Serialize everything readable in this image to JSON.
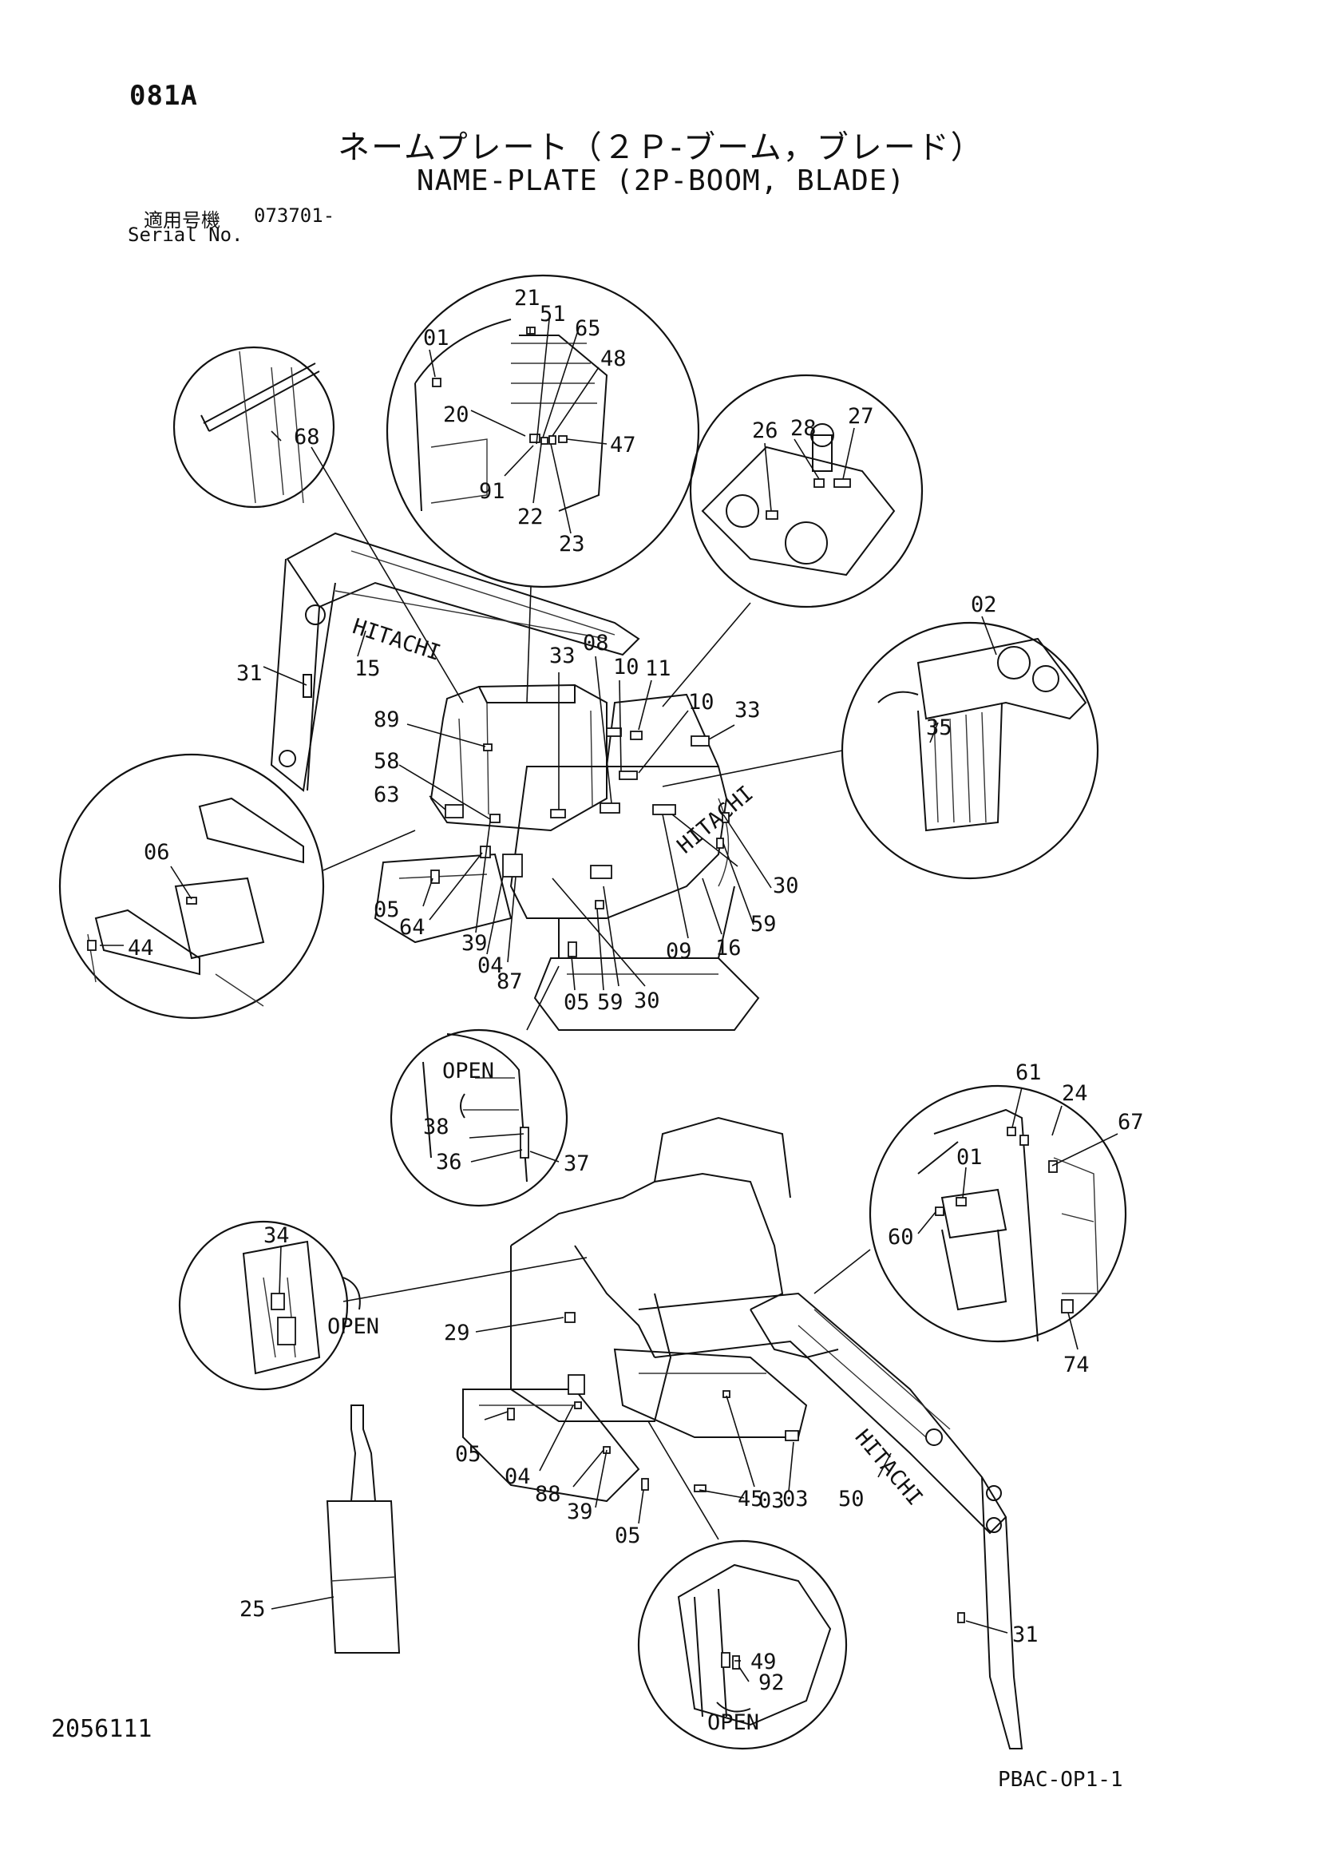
{
  "header": {
    "page_id": "081A",
    "title_jp": "ネームプレート（２Ｐ-ブーム，ブレード）",
    "title_en": "NAME-PLATE (2P-BOOM, BLADE)",
    "serial_label_jp": "適用号機",
    "serial_value": "073701-",
    "serial_label_en": "Serial No."
  },
  "callouts": {
    "c01a": "01",
    "c01b": "01",
    "c02": "02",
    "c03a": "03",
    "c03b": "03",
    "c04a": "04",
    "c04b": "04",
    "c05a": "05",
    "c05b": "05",
    "c05c": "05",
    "c05d": "05",
    "c06": "06",
    "c08": "08",
    "c09": "09",
    "c10a": "10",
    "c10b": "10",
    "c11": "11",
    "c15": "15",
    "c16": "16",
    "c20": "20",
    "c21": "21",
    "c22": "22",
    "c23": "23",
    "c24": "24",
    "c25": "25",
    "c26": "26",
    "c27": "27",
    "c28": "28",
    "c29": "29",
    "c30a": "30",
    "c30b": "30",
    "c31a": "31",
    "c31b": "31",
    "c33a": "33",
    "c33b": "33",
    "c34": "34",
    "c35": "35",
    "c36": "36",
    "c37": "37",
    "c38": "38",
    "c39a": "39",
    "c39b": "39",
    "c44": "44",
    "c45": "45",
    "c47": "47",
    "c48": "48",
    "c49": "49",
    "c50": "50",
    "c51": "51",
    "c58": "58",
    "c59a": "59",
    "c59b": "59",
    "c60": "60",
    "c61": "61",
    "c63": "63",
    "c64": "64",
    "c65": "65",
    "c67": "67",
    "c68": "68",
    "c74": "74",
    "c87": "87",
    "c88": "88",
    "c89": "89",
    "c91": "91",
    "c92": "92"
  },
  "open_labels": {
    "open_a": "OPEN",
    "open_b": "OPEN",
    "open_c": "OPEN"
  },
  "decal_text": {
    "hitachi_a": "HITACHI",
    "hitachi_b": "HITACHI",
    "hitachi_c": "HITACHI"
  },
  "footer": {
    "doc_number": "2056111",
    "drawing_code": "PBAC-OP1-1"
  }
}
